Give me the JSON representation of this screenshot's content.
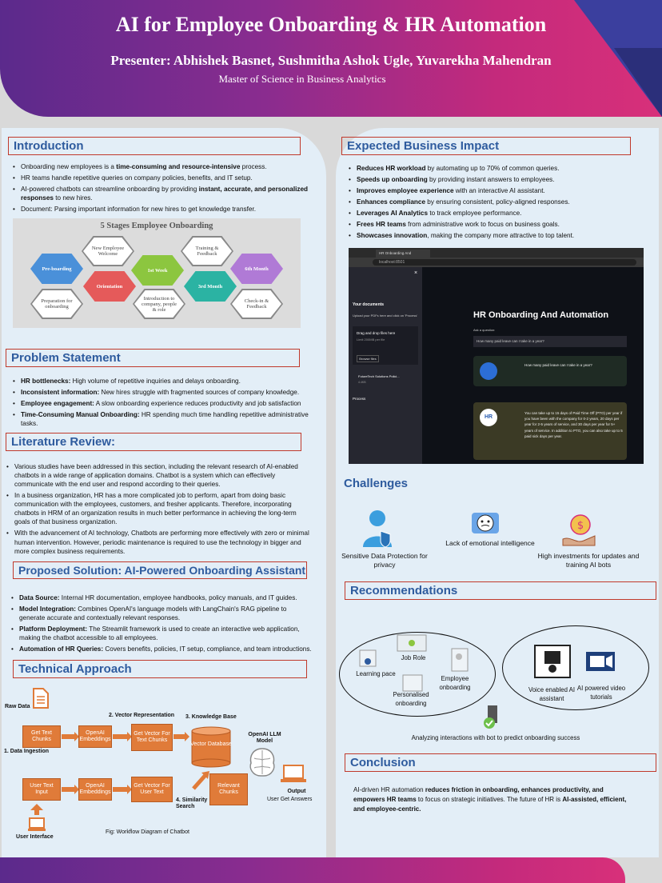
{
  "header": {
    "title": "AI for Employee Onboarding & HR Automation",
    "presenter": "Presenter: Abhishek Basnet, Sushmitha Ashok Ugle, Yuvarekha Mahendran",
    "program": "Master of Science in Business Analytics"
  },
  "introduction": {
    "title": "Introduction",
    "bullets": [
      {
        "pre": "Onboarding new employees is a ",
        "bold": "time-consuming and resource-intensive",
        "post": " process."
      },
      {
        "pre": "HR teams handle repetitive queries on company policies, benefits, and IT setup.",
        "bold": "",
        "post": ""
      },
      {
        "pre": "AI-powered chatbots can streamline onboarding by providing ",
        "bold": "instant, accurate, and personalized responses",
        "post": " to new hires."
      },
      {
        "pre": "Document: Parsing important information for new hires to get knowledge transfer.",
        "bold": "",
        "post": ""
      }
    ],
    "stages": {
      "title": "5 Stages Employee Onboarding",
      "items": [
        "Pre-boarding",
        "Orientation",
        "1st Week",
        "3rd Month",
        "6th Month"
      ],
      "details": [
        "New Employee Welcome",
        "Preparation for onboarding",
        "Introduction to company, people & role",
        "Training & Feedback",
        "Check-in & Feedback"
      ]
    }
  },
  "problem": {
    "title": "Problem Statement",
    "bullets": [
      {
        "bold": "HR bottlenecks:",
        "text": " High volume of repetitive inquiries and delays onboarding."
      },
      {
        "bold": "Inconsistent information:",
        "text": " New hires struggle with fragmented sources of company knowledge."
      },
      {
        "bold": "Employee engagement:",
        "text": " A slow onboarding experience reduces productivity and job satisfaction"
      },
      {
        "bold": "Time-Consuming Manual Onboarding:",
        "text": " HR spending much time handling repetitive administrative tasks."
      }
    ]
  },
  "literature": {
    "title": "Literature Review:",
    "bullets": [
      "Various studies have been addressed in this section, including the relevant research of AI-enabled chatbots in a wide range of application domains. Chatbot is a system which can effectively communicate with the end user and respond according to their queries.",
      "In a business organization, HR has a more complicated job to perform, apart from doing basic communication with the employees, customers, and fresher applicants. Therefore, incorporating chatbots in HRM of an organization results in much better performance in achieving the long-term goals of that business organization.",
      "With the advancement of AI technology, Chatbots are performing more effectively with zero or minimal human intervention. However, periodic maintenance is required to use the technology in bigger and more complex business requirements."
    ]
  },
  "solution": {
    "title": "Proposed Solution: AI-Powered Onboarding Assistant",
    "bullets": [
      {
        "bold": "Data Source:",
        "text": " Internal HR documentation, employee handbooks, policy manuals, and IT guides."
      },
      {
        "bold": "Model Integration:",
        "text": " Combines OpenAI's language models with LangChain's RAG pipeline to generate accurate and contextually relevant responses."
      },
      {
        "bold": "Platform Deployment:",
        "text": " The Streamlit framework is used to create an interactive web application, making the chatbot accessible to all employees."
      },
      {
        "bold": "Automation of HR Queries:",
        "text": " Covers benefits, policies, IT setup, compliance, and team introductions."
      }
    ]
  },
  "technical": {
    "title": "Technical Approach",
    "raw_data": "Raw Data",
    "step1": "1. Data Ingestion",
    "step2": "2. Vector Representation",
    "step3": "3. Knowledge Base",
    "step4": "4. Similarity Search",
    "llm": "OpenAI LLM Model",
    "output": "Output",
    "user_answers": "User Get Answers",
    "user_interface": "User Interface",
    "boxes": {
      "chunks": "Get Text Chunks",
      "emb1": "OpenAI Embeddings",
      "vec1": "Get Vector For Text Chunks",
      "db": "Vector Database",
      "input": "User Text Input",
      "emb2": "OpenAI Embeddings",
      "vec2": "Get Vector For User Text",
      "relevant": "Relevant Chunks"
    },
    "caption": "Fig: Workflow Diagram of Chatbot"
  },
  "impact": {
    "title": "Expected Business Impact",
    "bullets": [
      {
        "bold": "Reduces HR workload",
        "text": " by automating up to 70% of common queries."
      },
      {
        "bold": "Speeds up onboarding",
        "text": " by providing instant answers to employees."
      },
      {
        "bold": "Improves employee experience",
        "text": " with an interactive AI assistant."
      },
      {
        "bold": "Enhances compliance",
        "text": " by ensuring consistent, policy-aligned responses."
      },
      {
        "bold": "Leverages AI Analytics",
        "text": " to track employee performance."
      },
      {
        "bold": "Frees HR teams",
        "text": " from administrative work to focus on business goals."
      },
      {
        "bold": "Showcases innovation",
        "text": ", making the company more attractive to top talent."
      }
    ]
  },
  "app": {
    "tab": "HR Onboarding And Automation",
    "url": "localhost:8501",
    "side_title": "Your documents",
    "side_hint": "Upload your PDFs here and click on 'Process'",
    "drop": "Drag and drop files here",
    "limit": "Limit 200MB per file",
    "browse": "Browse files",
    "file": "FutureTech Solutions Polici...",
    "file_size": "4.4KB",
    "process": "Process",
    "close": "×",
    "main_title": "HR Onboarding And Automation",
    "ask_label": "Ask a question:",
    "question": "How many paid leave can I take in a year?",
    "user_msg": "How many paid leave can I take in a year?",
    "answer": "You can take up to 15 days of Paid Time Off (PTO) per year if you have been with the company for 0-2 years, 20 days per year for 2-5 years of service, and 30 days per year for 5+ years of service. In addition to PTO, you can also take up to 5 paid sick days per year.",
    "hr_badge": "HR"
  },
  "challenges": {
    "title": "Challenges",
    "items": [
      {
        "label": "Sensitive Data Protection for privacy"
      },
      {
        "label": "Lack of emotional intelligence"
      },
      {
        "label": "High investments for updates and training AI bots"
      }
    ]
  },
  "recommendations": {
    "title": "Recommendations",
    "job_role": "Job Role",
    "learning_pace": "Learning pace",
    "employee_onboarding": "Employee onboarding",
    "personalised": "Personalised onboarding",
    "voice": "Voice enabled AI assistant",
    "video": "AI powered video tutorials",
    "analyzing": "Analyzing interactions with bot to predict onboarding success"
  },
  "conclusion": {
    "title": "Conclusion",
    "p1": "AI-driven HR automation ",
    "b1": "reduces friction in onboarding, enhances productivity, and empowers HR teams",
    "p2": " to focus on strategic initiatives. The future of HR is ",
    "b2": "AI-assisted, efficient, and employee-centric."
  },
  "colors": {
    "accent": "#2e5b9e",
    "section_border": "#c0392b",
    "workflow": "#e07b39",
    "header_start": "#5b2a8c",
    "header_end": "#d8307a"
  }
}
